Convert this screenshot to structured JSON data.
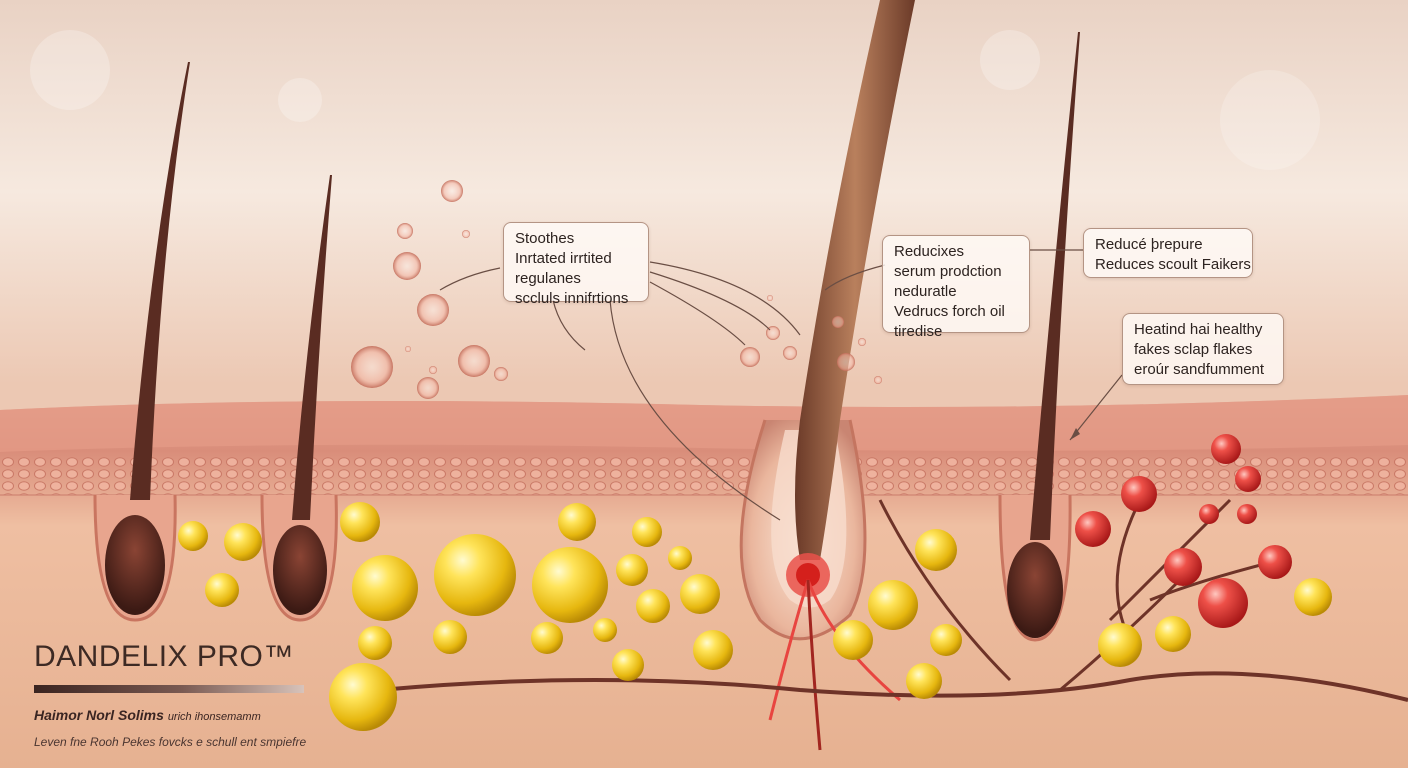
{
  "callouts": {
    "soothes": {
      "lines": [
        "Stoothes",
        "Inrtated irrtited",
        "regulanes",
        "sccluls innifrtions"
      ]
    },
    "reduces_sebum": {
      "lines": [
        "Reducixes",
        "serum prodction",
        "neduratle",
        "Vedrucs forch oil",
        "tiredise"
      ]
    },
    "reduce_flakes": {
      "lines": [
        "Reducé þrepure",
        "Reduces scoult Faikers"
      ]
    },
    "healthy": {
      "lines": [
        "Heatind hai healthy",
        "fakes sclap flakes",
        "eroúr sandfumment"
      ]
    }
  },
  "brand": {
    "name": "DANDELIX PRO™",
    "tagline_main": "Haimor Norl Solims",
    "tagline_small": "urich ihonsemamm",
    "tagline_sub": "Leven fne Rooh Pekes fovcks e schull ent smpiefre"
  },
  "colors": {
    "background": "#f1ddd0",
    "skin": "#e8b79c",
    "hair": "#5a2c22",
    "oil_droplet": "#f0c619",
    "blood_cell": "#d8302c",
    "callout_border": "#b49484"
  }
}
